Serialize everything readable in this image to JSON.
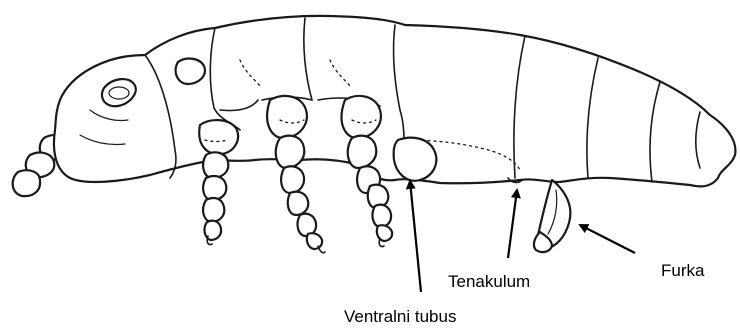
{
  "labels": {
    "ventral_tube": "Ventralni tubus",
    "tenaculum": "Tenakulum",
    "furca": "Furka"
  },
  "colors": {
    "ink": "#1a1a1a",
    "background": "#ffffff"
  }
}
